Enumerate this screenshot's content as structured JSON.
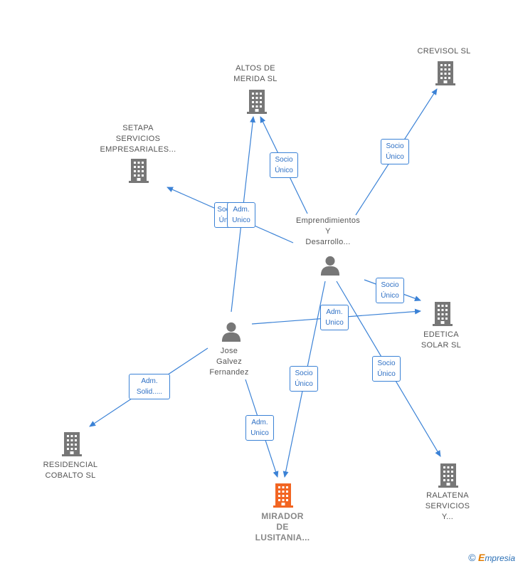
{
  "nodes": {
    "altos": {
      "label": "ALTOS DE\nMERIDA  SL",
      "icon": "building-icon",
      "color": "#777777"
    },
    "crevisol": {
      "label": "CREVISOL SL",
      "icon": "building-icon",
      "color": "#777777"
    },
    "setapa": {
      "label": "SETAPA\nSERVICIOS\nEMPRESARIALES...",
      "icon": "building-icon",
      "color": "#777777"
    },
    "emprendimientos": {
      "label": "Emprendimientos\nY\nDesarrollo...",
      "icon": "person-icon",
      "color": "#777777"
    },
    "jose": {
      "label": "Jose\nGalvez\nFernandez",
      "icon": "person-icon",
      "color": "#777777"
    },
    "edetica": {
      "label": "EDETICA\nSOLAR  SL",
      "icon": "building-icon",
      "color": "#777777"
    },
    "residencial": {
      "label": "RESIDENCIAL\nCOBALTO  SL",
      "icon": "building-icon",
      "color": "#777777"
    },
    "mirador": {
      "label": "MIRADOR\nDE\nLUSITANIA...",
      "icon": "building-icon",
      "color": "#f26522"
    },
    "ralatena": {
      "label": "RALATENA\nSERVICIOS\nY..."
    }
  },
  "edge_labels": {
    "socio_altos": "Socio\nÚnico",
    "socio_crevisol": "Socio\nÚnico",
    "socio_setapa": "Soc\nÚn",
    "adm_altos": "Adm.\nUnico",
    "socio_edetica": "Socio\nÚnico",
    "adm_edetica": "Adm.\nUnico",
    "adm_residencial": "Adm.\nSolid.....",
    "socio_mirador": "Socio\nÚnico",
    "adm_mirador": "Adm.\nUnico",
    "socio_ralatena": "Socio\nÚnico"
  },
  "colors": {
    "edge": "#3b82d6",
    "icon": "#777777",
    "highlight": "#f26522"
  },
  "footer": {
    "copyright": "©",
    "brand_initial": "E",
    "brand_rest": "mpresia"
  }
}
